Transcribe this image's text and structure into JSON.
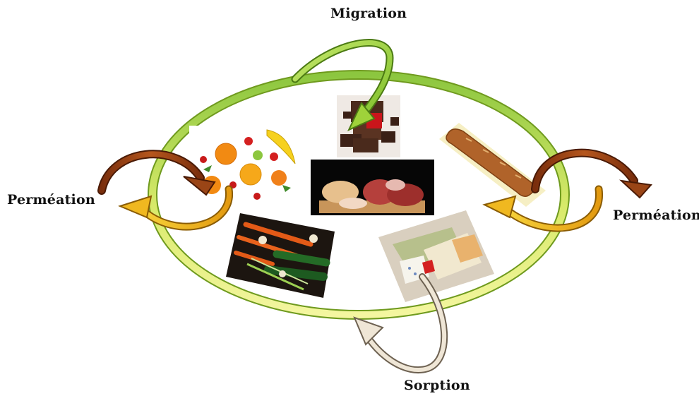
{
  "labels": {
    "migration": "Migration",
    "permeation_left": "Perméation",
    "permeation_right": "Perméation",
    "sorption": "Sorption"
  },
  "colors": {
    "ring_outer": "#9acd2e",
    "ring_inner": "#f2f59a",
    "migration_arrow": "#9fd23a",
    "permeation_in": "#8b3a10",
    "permeation_out": "#f0b820",
    "sorption_arrow": "#ece3d3"
  },
  "foods": [
    {
      "name": "fruits"
    },
    {
      "name": "chocolate"
    },
    {
      "name": "meat"
    },
    {
      "name": "bread"
    },
    {
      "name": "vegetables"
    },
    {
      "name": "cheese"
    }
  ]
}
